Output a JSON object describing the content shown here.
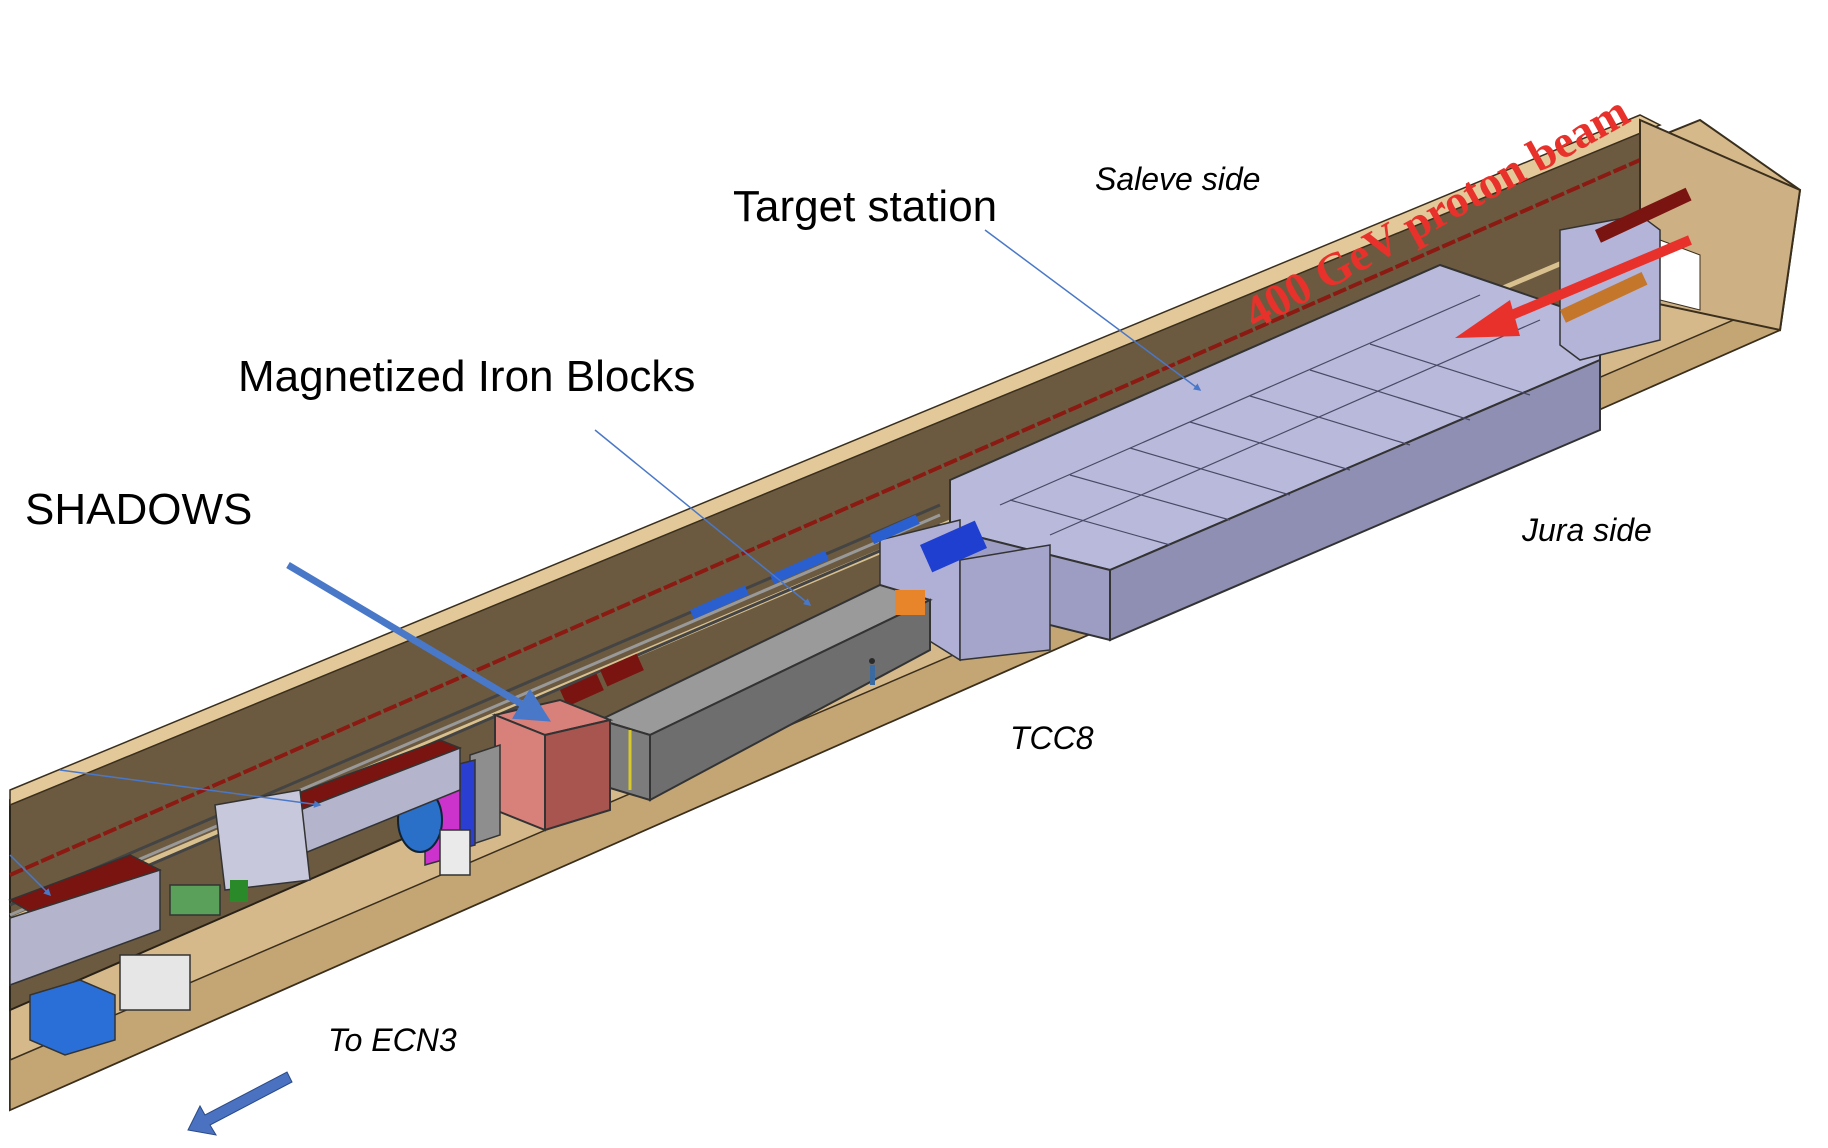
{
  "diagram": {
    "title": "TCC8 cavern layout",
    "labels": {
      "target_station": "Target station",
      "magnetized_iron_blocks": "Magnetized Iron Blocks",
      "shadows": "SHADOWS",
      "saleve_side": "Saleve side",
      "jura_side": "Jura side",
      "tcc8": "TCC8",
      "to_ecn3": "To ECN3",
      "beam": "400 GeV  proton beam"
    },
    "colors": {
      "floor": "#d6b98a",
      "floor_edge": "#b89a6c",
      "wall": "#6b5a40",
      "wall_top": "#e3c99a",
      "shielding_block": "#b9b9dc",
      "shielding_block_dark": "#8f8fb4",
      "iron_block": "#8e8e8e",
      "iron_block_dark": "#6a6a6a",
      "shadows_detector": "#d8807a",
      "shadows_detector_dark": "#a8554f",
      "magenta_module": "#cc33cc",
      "blue_module": "#1f3fd1",
      "dark_red_magnet": "#7a1410",
      "beam_arrow": "#e8312a",
      "leader_line": "#4a78c8",
      "ecn3_arrow": "#4a72c0"
    }
  }
}
